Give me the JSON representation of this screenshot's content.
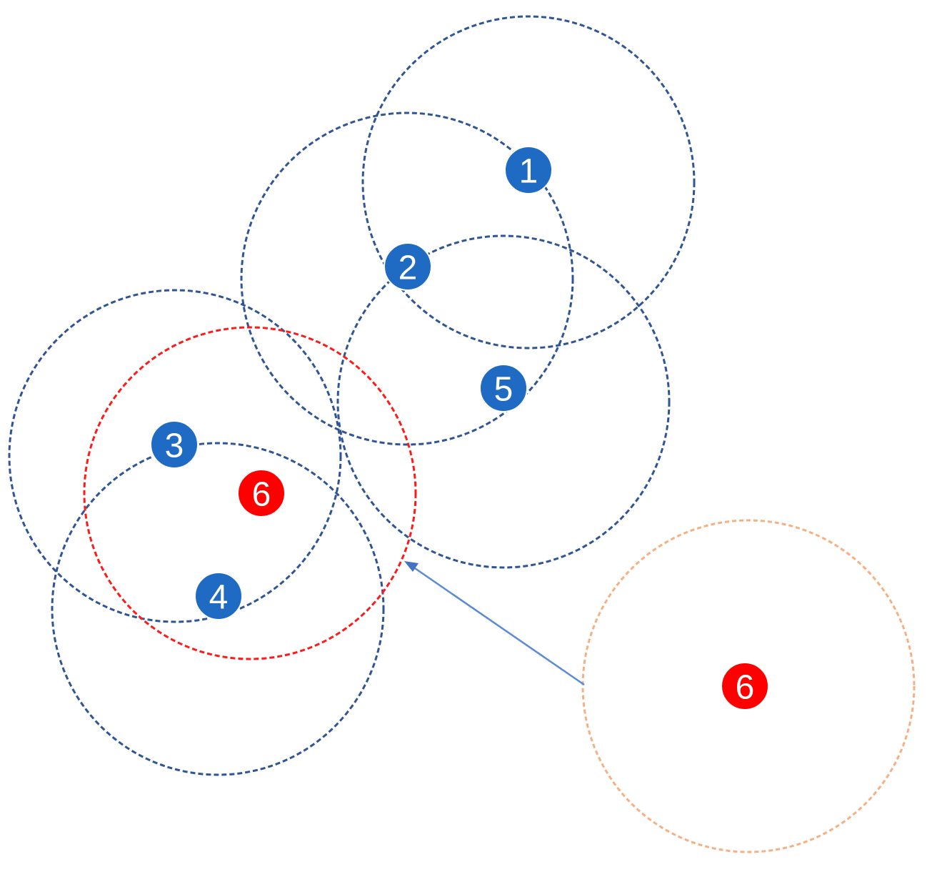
{
  "colors": {
    "node_blue": "#1F6BC3",
    "node_red": "#FF0000",
    "range_blue": "#2F5597",
    "range_red": "#FF1A1A",
    "range_orange": "#F4B183",
    "arrow": "#4472C4"
  },
  "nodes": [
    {
      "id": "1",
      "label": "1",
      "kind": "blue"
    },
    {
      "id": "2",
      "label": "2",
      "kind": "blue"
    },
    {
      "id": "3",
      "label": "3",
      "kind": "blue"
    },
    {
      "id": "4",
      "label": "4",
      "kind": "blue"
    },
    {
      "id": "5",
      "label": "5",
      "kind": "blue"
    },
    {
      "id": "6-new",
      "label": "6",
      "kind": "red"
    },
    {
      "id": "6-old",
      "label": "6",
      "kind": "red"
    }
  ],
  "movement": {
    "from": "6-old",
    "to": "6-new",
    "marker": "arrow"
  }
}
